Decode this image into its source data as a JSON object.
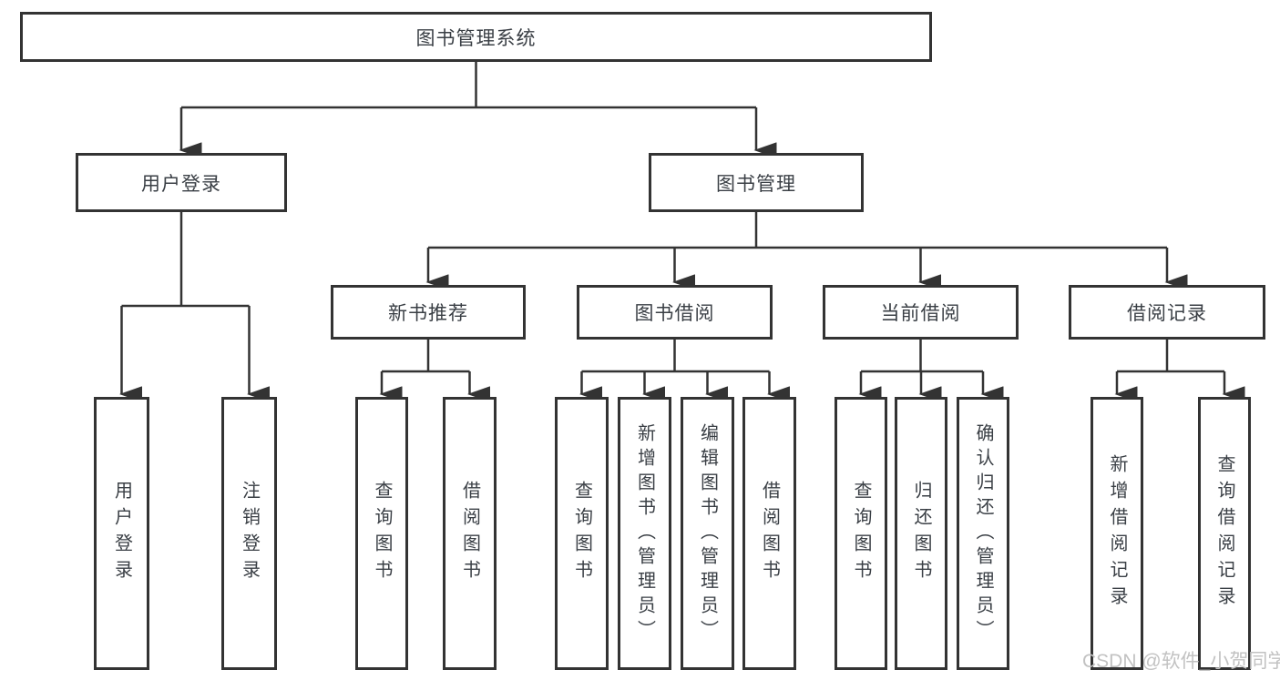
{
  "colors": {
    "line": "#333333",
    "box_border": "#333333",
    "text": "#3a3f45",
    "background": "#ffffff",
    "watermark_color": "#c2c2c2"
  },
  "diagram": {
    "root": {
      "label": "图书管理系统"
    },
    "branches": [
      {
        "label": "用户登录",
        "children": [
          {
            "label": "用户登录"
          },
          {
            "label": "注销登录"
          }
        ]
      },
      {
        "label": "图书管理",
        "children": [
          {
            "label": "新书推荐",
            "children": [
              {
                "label": "查询图书"
              },
              {
                "label": "借阅图书"
              }
            ]
          },
          {
            "label": "图书借阅",
            "children": [
              {
                "label": "查询图书"
              },
              {
                "label": "新增图书（管理员）"
              },
              {
                "label": "编辑图书（管理员）"
              },
              {
                "label": "借阅图书"
              }
            ]
          },
          {
            "label": "当前借阅",
            "children": [
              {
                "label": "查询图书"
              },
              {
                "label": "归还图书"
              },
              {
                "label": "确认归还（管理员）"
              }
            ]
          },
          {
            "label": "借阅记录",
            "children": [
              {
                "label": "新增借阅记录"
              },
              {
                "label": "查询借阅记录"
              }
            ]
          }
        ]
      }
    ]
  },
  "watermark": {
    "text": "CSDN @软件_小贺同学"
  }
}
